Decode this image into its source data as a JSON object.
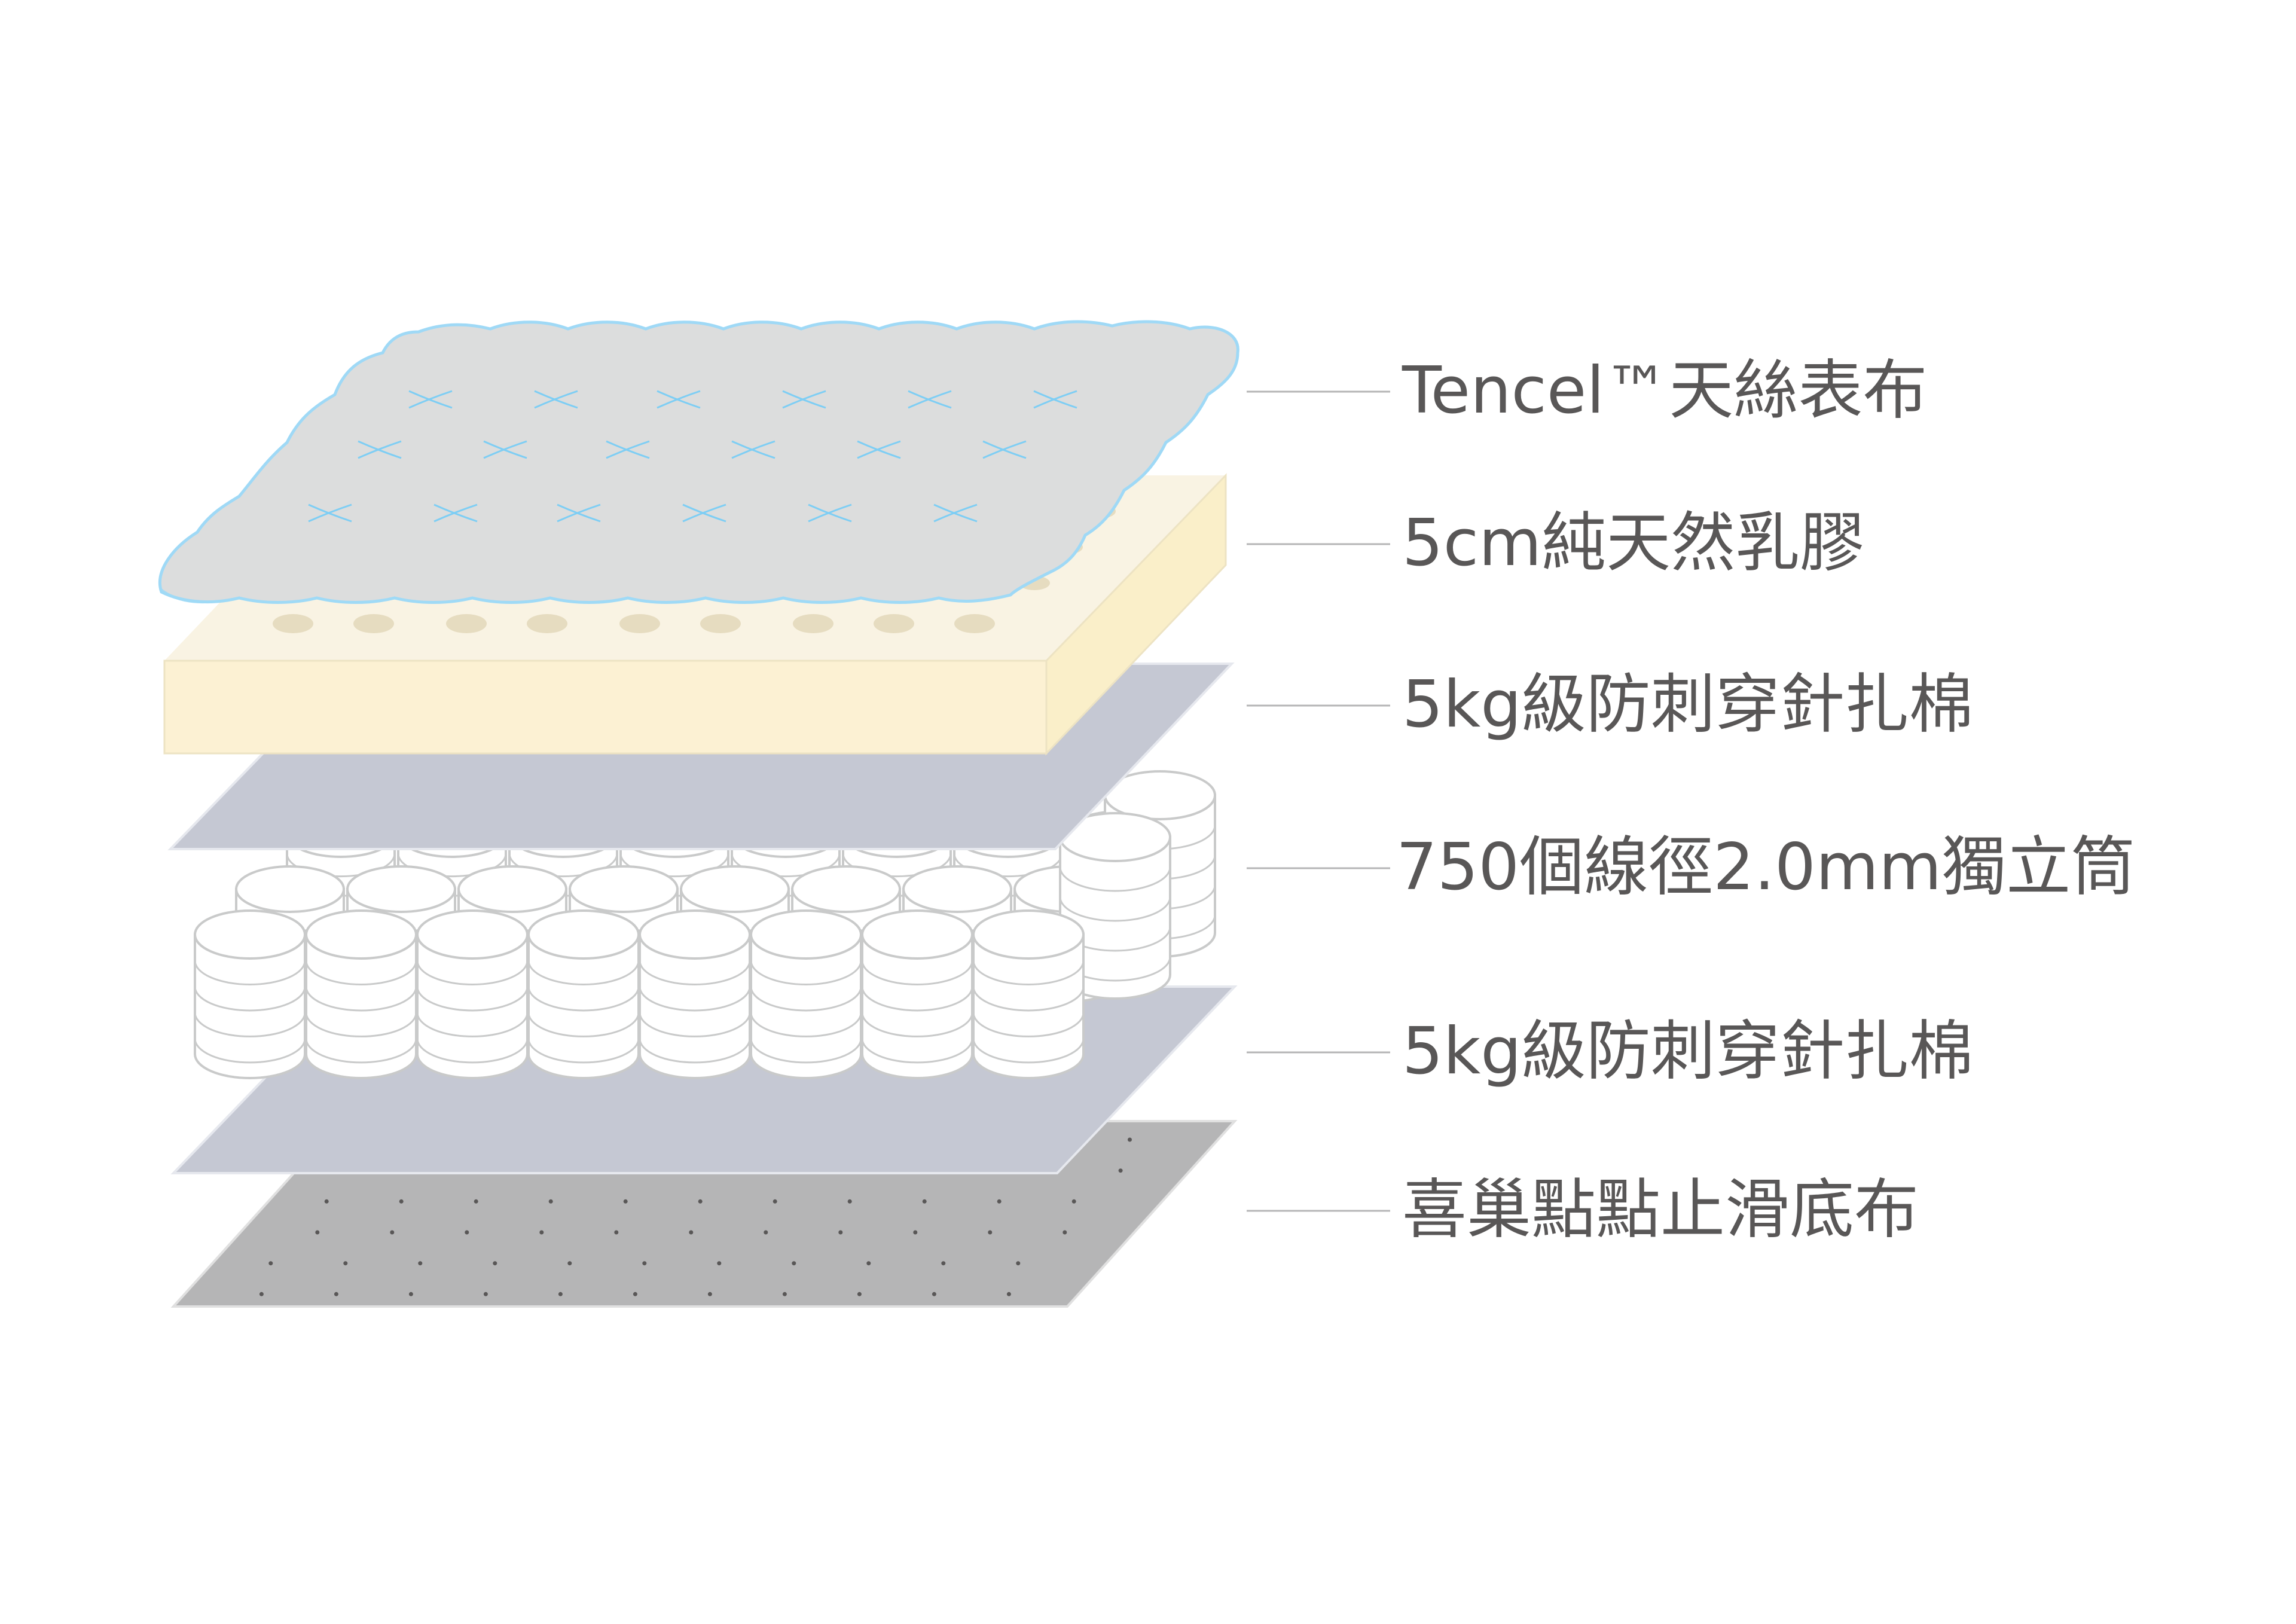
{
  "layers": [
    {
      "id": "tencel-cover",
      "label": "Tencel™天絲表布"
    },
    {
      "id": "latex",
      "label": "5cm純天然乳膠"
    },
    {
      "id": "felt-top",
      "label": "5kg級防刺穿針扎棉"
    },
    {
      "id": "springs",
      "label": "750個線徑2.0mm獨立筒"
    },
    {
      "id": "felt-bottom",
      "label": "5kg級防刺穿針扎棉"
    },
    {
      "id": "base-fabric",
      "label": "喜巢點點止滑底布"
    }
  ],
  "colors": {
    "cover_fill": "#dcdddd",
    "cover_stroke": "#9fd9f6",
    "stitch": "#7ecef4",
    "latex_top": "#f9f3e3",
    "latex_front": "#fcf1d3",
    "latex_side": "#faefc9",
    "latex_hole": "#e6dcc0",
    "felt": "#c5c8d3",
    "spring_fill": "#ffffff",
    "spring_stroke": "#c9caca",
    "base": "#b5b5b6",
    "base_dot": "#595757",
    "label": "#595757",
    "leader": "#b5b5b6"
  }
}
